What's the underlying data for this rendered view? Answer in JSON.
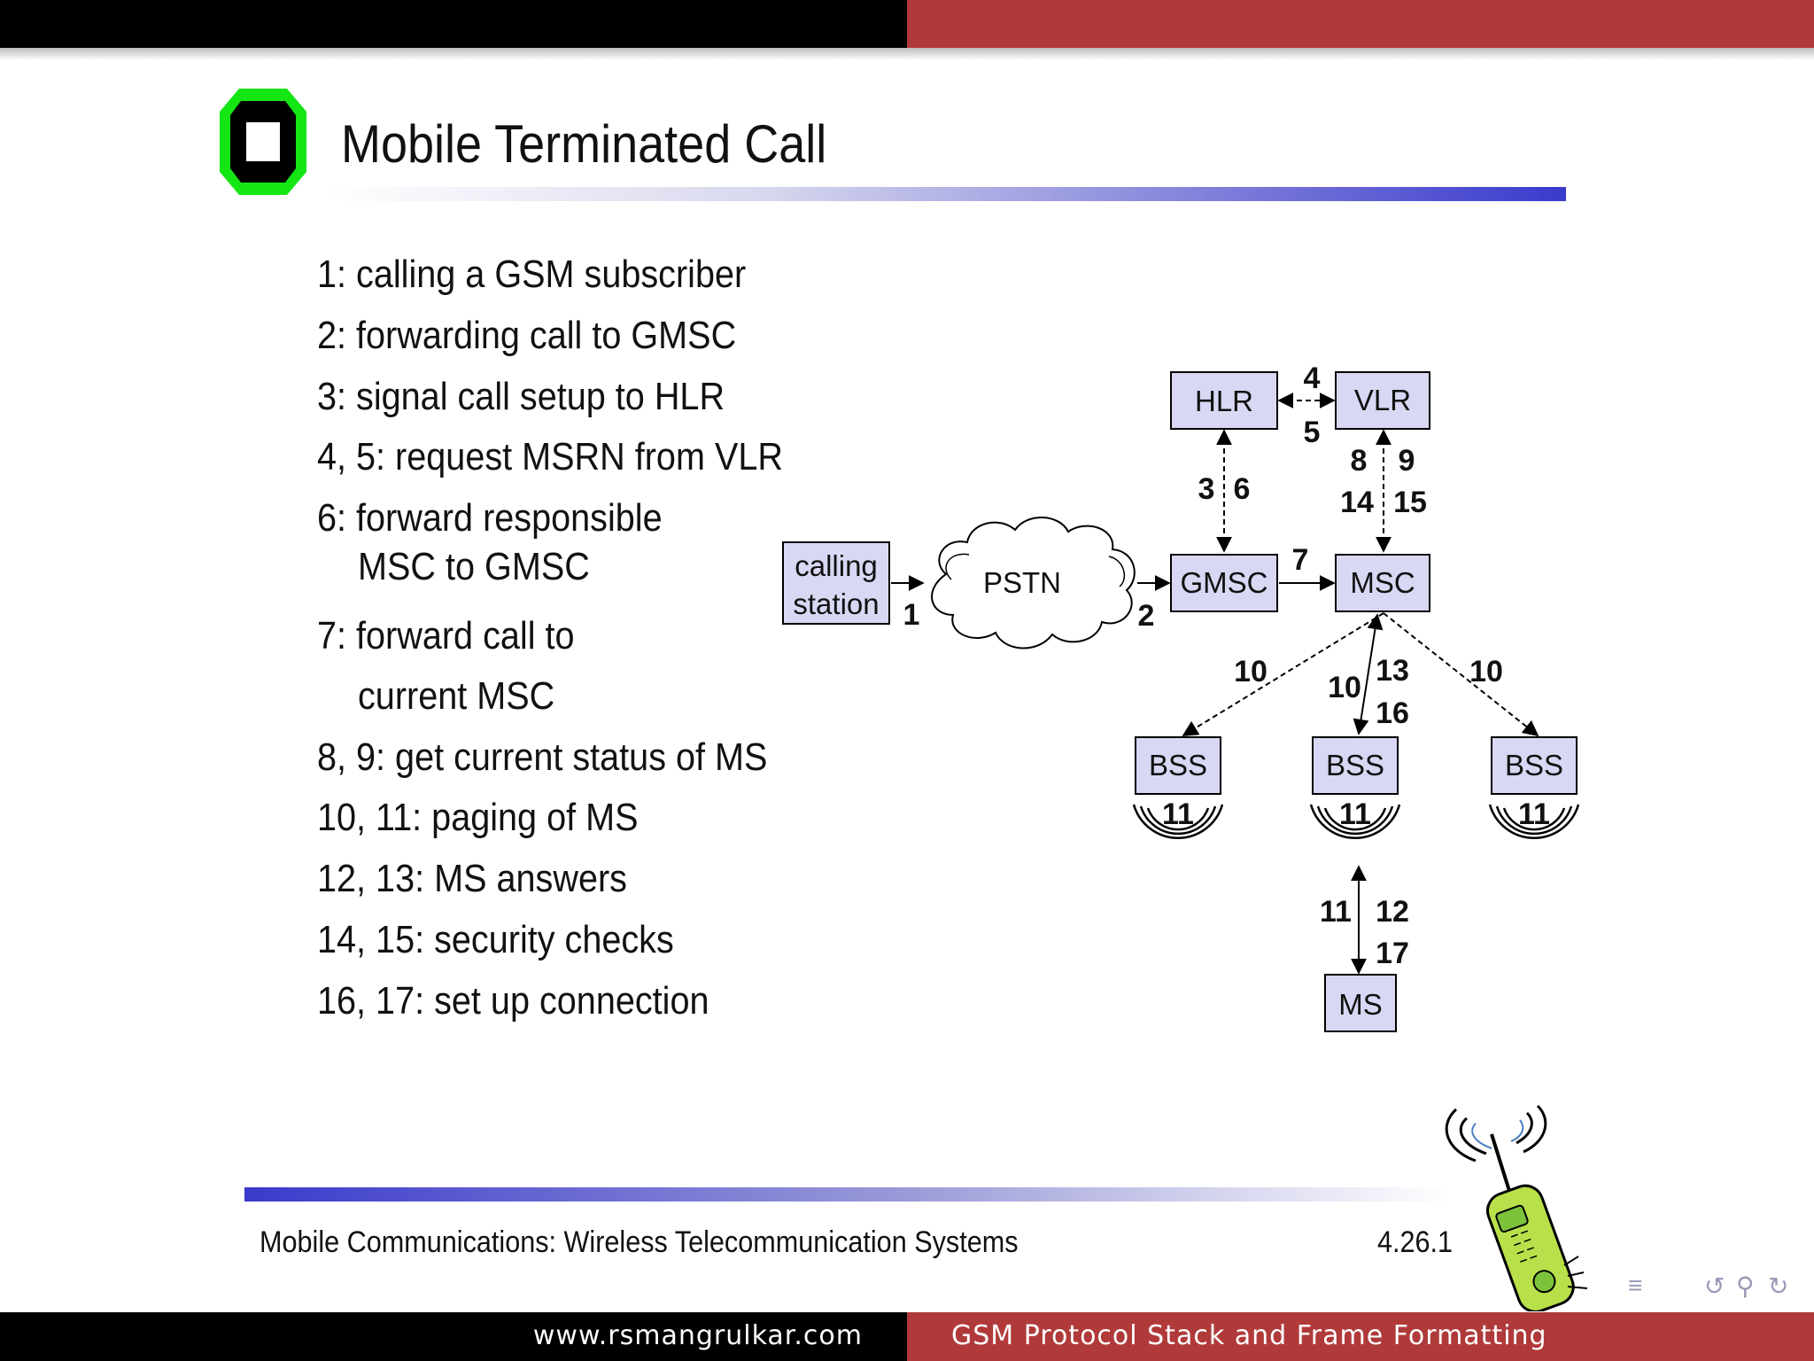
{
  "header_bar": {},
  "slide": {
    "title": "Mobile Terminated Call",
    "steps": [
      "1: calling a GSM subscriber",
      "2: forwarding call to GMSC",
      "3: signal call setup to HLR",
      "4, 5: request MSRN from VLR",
      "6: forward responsible",
      "MSC to GMSC",
      "7: forward call to",
      "current MSC",
      "8, 9: get current status of MS",
      "10, 11: paging of MS",
      "12, 13: MS answers",
      "14, 15: security checks",
      "16, 17: set up connection"
    ],
    "footer_text": "Mobile Communications: Wireless  Telecommunication Systems",
    "footer_number": "4.26.1"
  },
  "diagram": {
    "nodes": {
      "hlr": "HLR",
      "vlr": "VLR",
      "calling_station_line1": "calling",
      "calling_station_line2": "station",
      "pstn": "PSTN",
      "gmsc": "GMSC",
      "msc": "MSC",
      "bss_left": "BSS",
      "bss_mid": "BSS",
      "bss_right": "BSS",
      "ms": "MS"
    },
    "edge_labels": {
      "hlr_vlr_top": "4",
      "hlr_vlr_bottom": "5",
      "vlr_msc_a": "8",
      "vlr_msc_b": "9",
      "vlr_msc_c": "14",
      "vlr_msc_d": "15",
      "hlr_gmsc_a": "3",
      "hlr_gmsc_b": "6",
      "station_pstn": "1",
      "pstn_gmsc": "2",
      "gmsc_msc": "7",
      "msc_bss_left": "10",
      "msc_bss_mid_a": "10",
      "msc_bss_mid_b": "13",
      "msc_bss_mid_c": "16",
      "msc_bss_right": "10",
      "bss_left_radio": "11",
      "bss_mid_radio": "11",
      "bss_right_radio": "11",
      "bss_ms_a": "11",
      "bss_ms_b": "12",
      "bss_ms_c": "17"
    }
  },
  "bottom_bar": {
    "left": "www.rsmangrulkar.com",
    "right": "GSM Protocol Stack and Frame Formatting"
  },
  "nav_icons": [
    "outline-icon",
    "back-icon",
    "search-icon",
    "forward-icon"
  ]
}
